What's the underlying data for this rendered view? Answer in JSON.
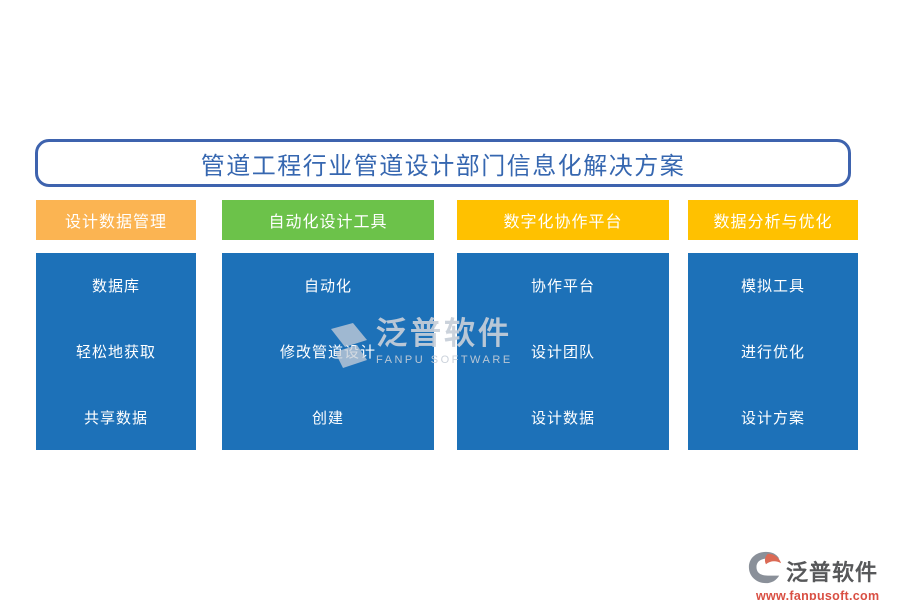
{
  "title": {
    "text": "管道工程行业管道设计部门信息化解决方案"
  },
  "columns": [
    {
      "header": "设计数据管理",
      "header_color": "#FBB452",
      "items": [
        "数据库",
        "轻松地获取",
        "共享数据"
      ]
    },
    {
      "header": "自动化设计工具",
      "header_color": "#6CC24A",
      "items": [
        "自动化",
        "修改管道设计",
        "创建"
      ]
    },
    {
      "header": "数字化协作平台",
      "header_color": "#FFC100",
      "items": [
        "协作平台",
        "设计团队",
        "设计数据"
      ]
    },
    {
      "header": "数据分析与优化",
      "header_color": "#FFC100",
      "items": [
        "模拟工具",
        "进行优化",
        "设计方案"
      ]
    }
  ],
  "colors": {
    "item_box_blue": "#1D71B8",
    "title_border_blue": "#3E63AE",
    "title_text_blue": "#3667B0",
    "footer_url_red": "#D94F43"
  },
  "watermark": {
    "brand": "泛普软件",
    "brand_en": "FANPU SOFTWARE"
  },
  "footer": {
    "brand": "泛普软件",
    "website": "www.fanpusoft.com"
  }
}
